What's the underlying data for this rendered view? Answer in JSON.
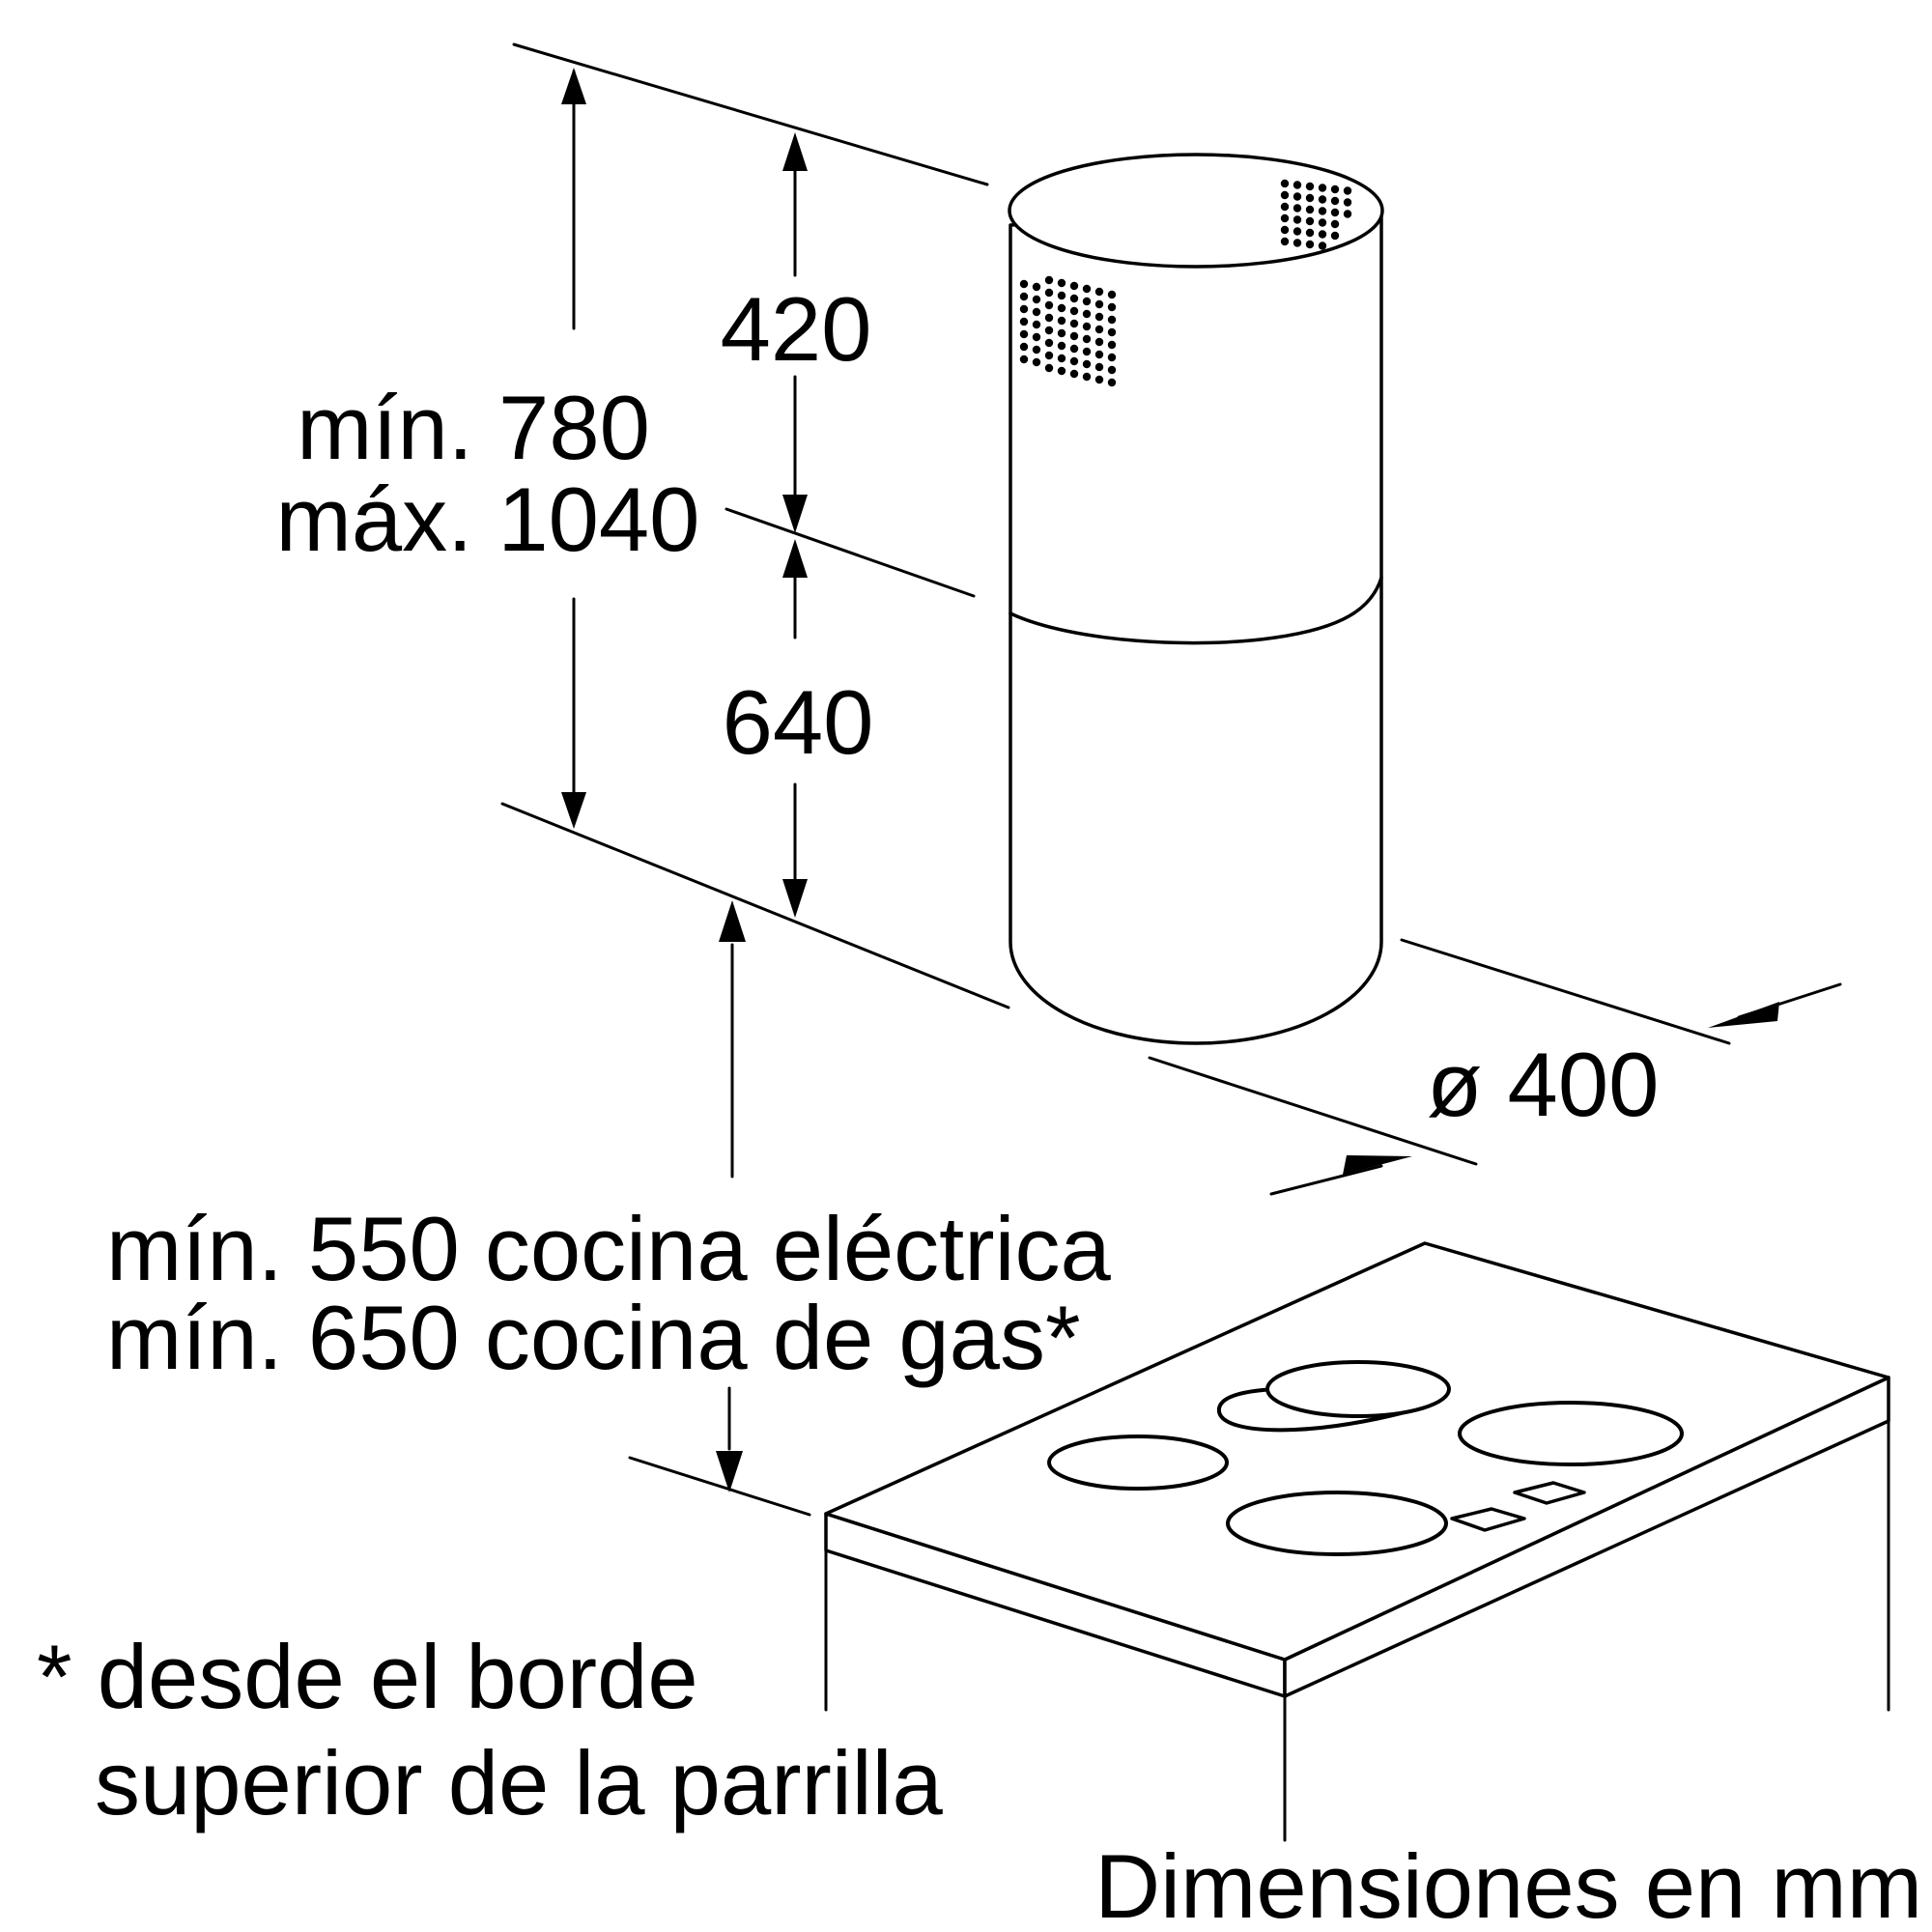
{
  "labels": {
    "height_top": "420",
    "height_bottom": "640",
    "total_min": "mín. 780",
    "total_max": "máx. 1040",
    "diameter": "ø 400",
    "clearance_electric": "mín. 550 cocina eléctrica",
    "clearance_gas": "mín. 650 cocina de gas*",
    "footnote_line1": "* desde el borde",
    "footnote_line2": "superior de la parrilla",
    "units_note": "Dimensiones en mm"
  }
}
